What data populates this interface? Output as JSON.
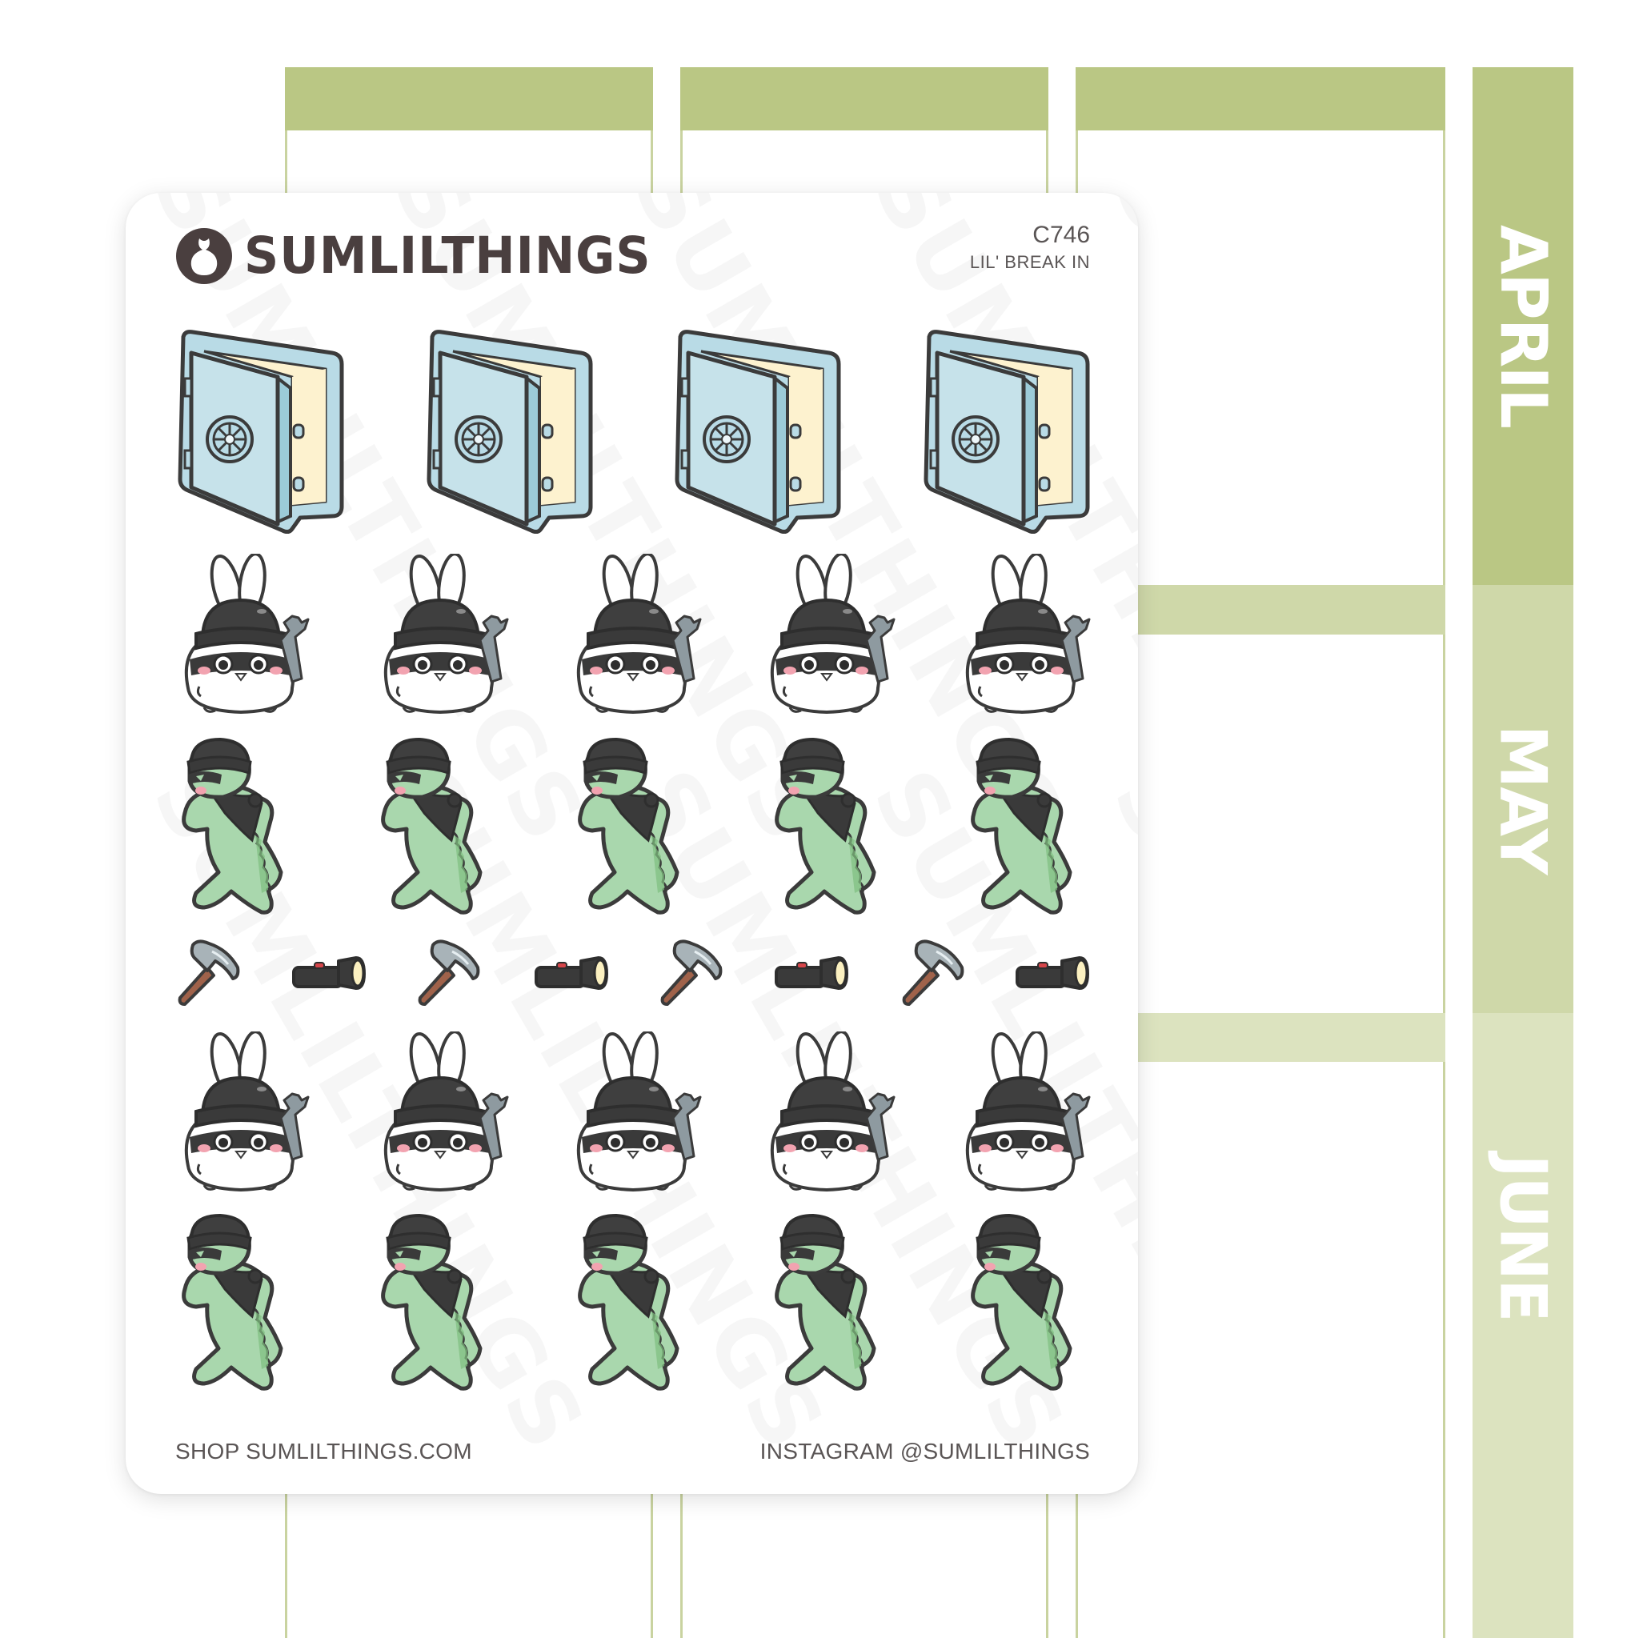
{
  "planner": {
    "columns": [
      {
        "name": "day-column-1"
      },
      {
        "name": "day-column-2"
      },
      {
        "name": "day-column-3"
      }
    ],
    "months": [
      {
        "label": "APRIL",
        "color": "#bac784"
      },
      {
        "label": "MAY",
        "color": "#cfd8a9"
      },
      {
        "label": "JUNE",
        "color": "#dce3bf"
      }
    ],
    "colors": {
      "header_dark": "#bac784",
      "header_mid": "#cfd8a9",
      "header_light": "#dce3bf",
      "border": "#c9d3a0"
    }
  },
  "sheet": {
    "brand": "SUMLILTHINGS",
    "watermark": "SUMLILTHINGS",
    "code": "C746",
    "title": "LIL' BREAK IN",
    "footer_left": "SHOP SUMLILTHINGS.COM",
    "footer_right": "INSTAGRAM @SUMLILTHINGS",
    "rows": [
      {
        "type": "safe",
        "count": 4
      },
      {
        "type": "bunny-burglar",
        "count": 5
      },
      {
        "type": "dino-burglar",
        "count": 5
      },
      {
        "type": "tools",
        "items": [
          "hammer",
          "flashlight",
          "hammer",
          "flashlight",
          "hammer",
          "flashlight",
          "hammer",
          "flashlight"
        ]
      },
      {
        "type": "bunny-burglar",
        "count": 5
      },
      {
        "type": "dino-burglar",
        "count": 5
      }
    ],
    "colors": {
      "text": "#4a3f3f",
      "safe_blue": "#b9dbe6",
      "safe_interior": "#fdf2cf",
      "dino_green": "#a9d7ad",
      "mask_black": "#3a3a3a",
      "wrench_gray": "#8e9aa0",
      "hammer_handle": "#a0624a",
      "blush": "#f2a3b0"
    }
  }
}
